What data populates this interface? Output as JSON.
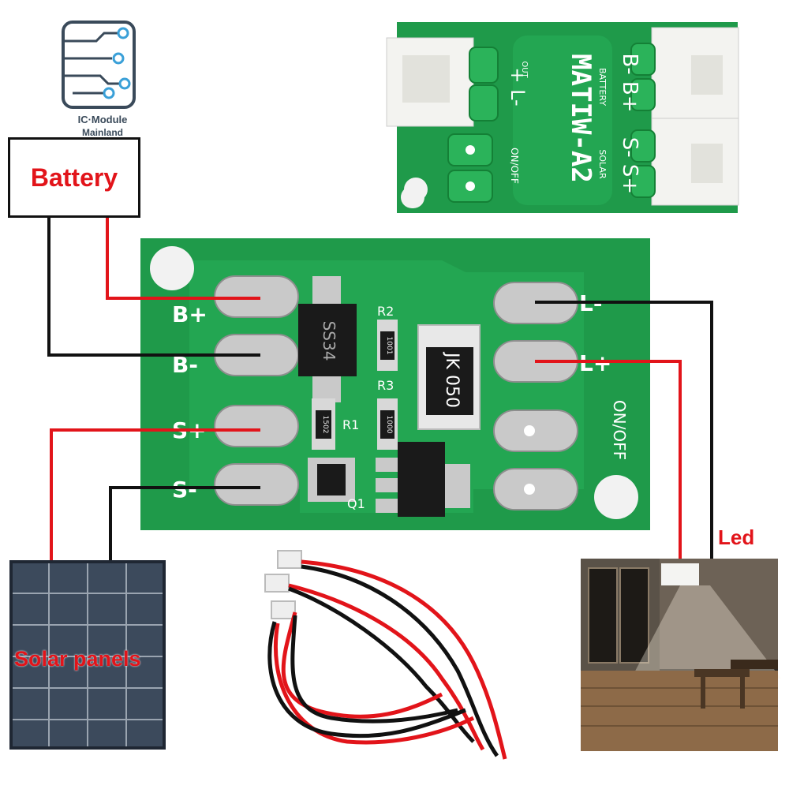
{
  "logo": {
    "line1": "IC·Module",
    "line2": "Mainland"
  },
  "labels": {
    "battery": "Battery",
    "led": "Led",
    "solar": "Solar panels"
  },
  "small_board": {
    "title": "MATIW-A2",
    "battery_label": "BATTERY",
    "battery_pins": "B- B+",
    "solar_label": "SOLAR",
    "solar_pins": "S- S+",
    "out_label": "OUT",
    "out_pins": "+ L-",
    "switch_label": "ON/OFF"
  },
  "main_board": {
    "pins_left": [
      "B+",
      "B-",
      "S+",
      "S-"
    ],
    "pins_right": [
      "L-",
      "L+"
    ],
    "switch_label": "ON/OFF",
    "diode": "SS34",
    "chip": "JK 050",
    "r1_code": "1502",
    "r2_code": "1001",
    "r3_code": "1000",
    "ref_r1": "R1",
    "ref_r2": "R2",
    "ref_r3": "R3",
    "ref_q1": "Q1"
  },
  "colors": {
    "pcb": "#1f9a4a",
    "pcb_dark": "#178a3e",
    "wire_red": "#e2141a",
    "wire_black": "#111111",
    "label_red": "#e2141a"
  }
}
